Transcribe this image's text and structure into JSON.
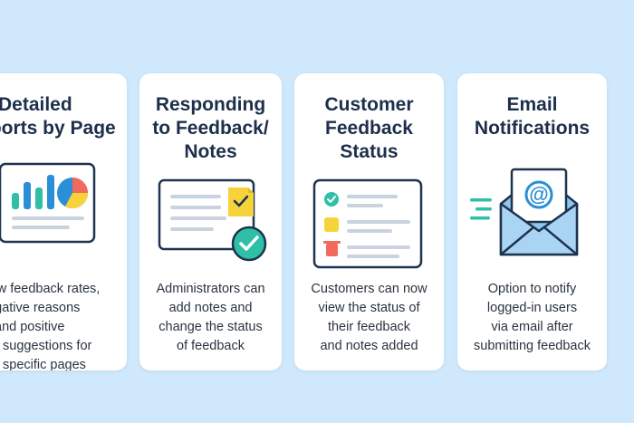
{
  "colors": {
    "background": "#cfe8fb",
    "card": "#ffffff",
    "heading": "#1d2f4a",
    "text": "#2a3442",
    "accent_blue": "#2a8fd6",
    "accent_teal": "#2fbfa6",
    "accent_yellow": "#f7d33b",
    "accent_red": "#f16a5c"
  },
  "cards": [
    {
      "title_lines": [
        "Detailed",
        "Reports by Page"
      ],
      "icon": "bar-pie-chart-report-icon",
      "desc_lines": [
        "View feedback rates,",
        "negative reasons",
        "and positive",
        "suggestions for",
        "specific pages"
      ]
    },
    {
      "title_lines": [
        "Responding",
        "to Feedback/",
        "Notes"
      ],
      "icon": "document-note-check-icon",
      "desc_lines": [
        "Administrators can",
        "add notes and",
        "change the status",
        "of feedback"
      ]
    },
    {
      "title_lines": [
        "Customer",
        "Feedback",
        "Status"
      ],
      "icon": "status-checklist-icon",
      "desc_lines": [
        "Customers can now",
        "view the status of",
        "their feedback",
        "and notes added"
      ]
    },
    {
      "title_lines": [
        "Email",
        "Notifications"
      ],
      "icon": "envelope-at-icon",
      "desc_lines": [
        "Option to notify",
        "logged-in users",
        "via email after",
        "submitting feedback"
      ]
    }
  ]
}
